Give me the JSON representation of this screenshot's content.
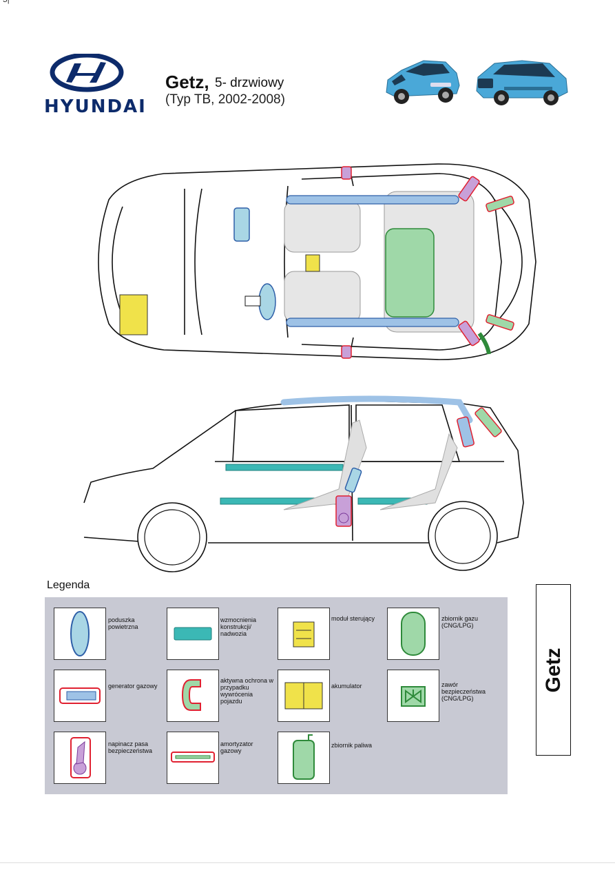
{
  "page": {
    "number": "5|"
  },
  "header": {
    "brand": "HYUNDAI",
    "model": "Getz,",
    "doors": "5- drzwiowy",
    "type": "(Typ TB, 2002-2008)"
  },
  "colors": {
    "airbag": "#a9d6e5",
    "reinforcement": "#3bb8b5",
    "control": "#f0e24a",
    "gas_tank": "#9fd8a8",
    "highlight_red": "#e02030",
    "roof_blue": "#9ec2e6",
    "legend_bg": "#c8c9d3"
  },
  "legend": {
    "title": "Legenda",
    "items": [
      {
        "icon": "airbag-icon",
        "label": "poduszka powietrzna"
      },
      {
        "icon": "reinforcement-icon",
        "label": "wzmocnienia konstrukcji/ nadwozia"
      },
      {
        "icon": "control-module-icon",
        "label": "moduł sterujący"
      },
      {
        "icon": "gas-tank-icon",
        "label": "zbiornik gazu (CNG/LPG)"
      },
      {
        "icon": "gas-generator-icon",
        "label": "generator gazowy"
      },
      {
        "icon": "rollover-protection-icon",
        "label": "aktywna ochrona w przypadku wywrócenia pojazdu"
      },
      {
        "icon": "battery-icon",
        "label": "akumulator"
      },
      {
        "icon": "safety-valve-icon",
        "label": "zawór bezpieczeństwa (CNG/LPG)"
      },
      {
        "icon": "seatbelt-pretensioner-icon",
        "label": "napinacz pasa bezpieczeństwa"
      },
      {
        "icon": "gas-damper-icon",
        "label": "amortyzator gazowy"
      },
      {
        "icon": "fuel-tank-icon",
        "label": "zbiornik paliwa"
      }
    ]
  },
  "side_tab": {
    "label": "Getz"
  }
}
